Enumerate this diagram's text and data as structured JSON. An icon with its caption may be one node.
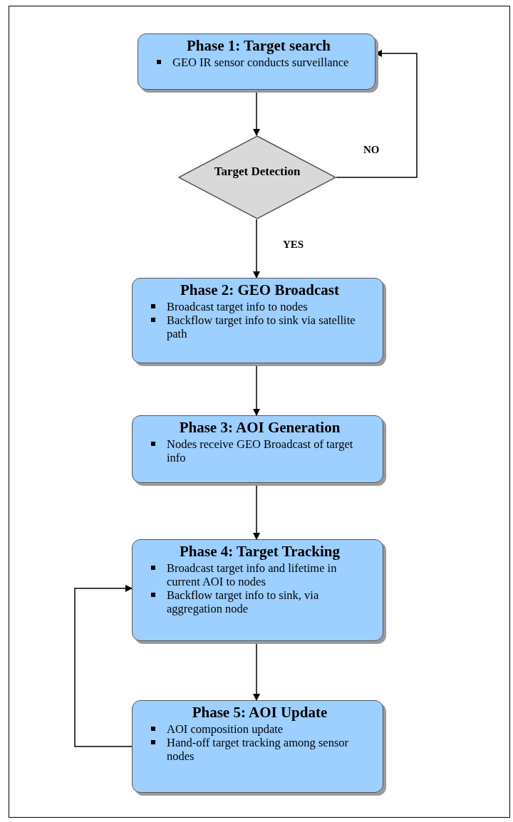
{
  "diagram": {
    "nodes": [
      {
        "text": [
          "Phase 1: Target search",
          "GEO IR sensor conducts surveillance"
        ]
      },
      {
        "text": [
          "Target Detection"
        ]
      },
      {
        "text": [
          "Phase 2: GEO Broadcast",
          "Broadcast target info to nodes",
          "Backflow target info to sink via satellite path"
        ]
      },
      {
        "text": [
          "Phase 3: AOI Generation",
          "Nodes receive GEO Broadcast of target info"
        ]
      },
      {
        "text": [
          "Phase 4: Target Tracking",
          "Broadcast target info and lifetime in current AOI to nodes",
          "Backflow target info to sink, via aggregation node"
        ]
      },
      {
        "text": [
          "Phase 5: AOI Update",
          "AOI composition update",
          "Hand-off target tracking among sensor nodes"
        ]
      }
    ],
    "edges": [
      {
        "from": 0,
        "to": 1,
        "arrow": "to"
      },
      {
        "from": 1,
        "to": 0,
        "arrow": "to",
        "label": "NO"
      },
      {
        "from": 1,
        "to": 2,
        "arrow": "to",
        "label": "YES"
      },
      {
        "from": 2,
        "to": 3,
        "arrow": "to"
      },
      {
        "from": 3,
        "to": 4,
        "arrow": "to"
      },
      {
        "from": 4,
        "to": 5,
        "arrow": "to"
      },
      {
        "from": 5,
        "to": 4,
        "arrow": "to"
      }
    ]
  }
}
